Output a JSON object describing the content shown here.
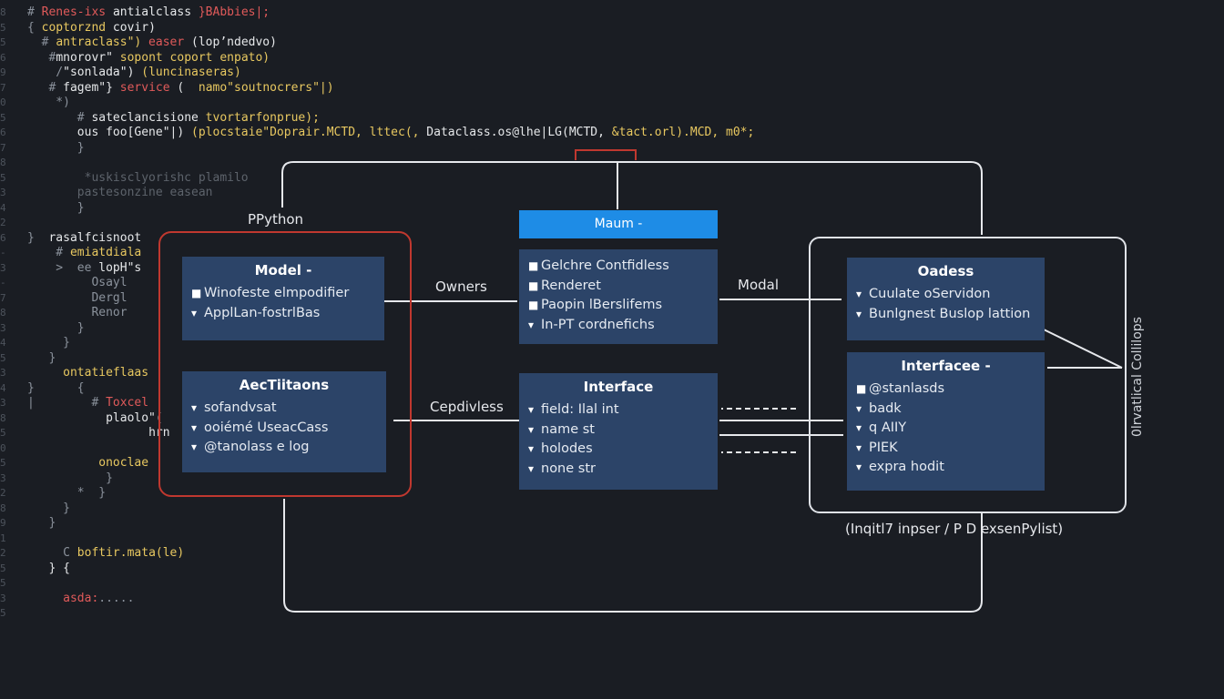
{
  "code_lines": [
    {
      "ln": "8",
      "parts": [
        {
          "t": "# ",
          "c": "#8b929c"
        },
        {
          "t": "Renes-ixs",
          "c": "#e05a5a"
        },
        {
          "t": " ",
          "c": "#8b929c"
        },
        {
          "t": "antialclass",
          "c": "#e6e8ea"
        },
        {
          "t": " }BAbbies|;",
          "c": "#e05a5a"
        }
      ]
    },
    {
      "ln": "5",
      "parts": [
        {
          "t": "{ ",
          "c": "#8b929c"
        },
        {
          "t": "coptorznd",
          "c": "#e8c860"
        },
        {
          "t": " covir)",
          "c": "#e6e8ea"
        }
      ]
    },
    {
      "ln": "5",
      "parts": [
        {
          "t": "  # ",
          "c": "#8b929c"
        },
        {
          "t": "antraclass\")",
          "c": "#e8c860"
        },
        {
          "t": " easer",
          "c": "#e05a5a"
        },
        {
          "t": " (lop’ndedvo)",
          "c": "#e6e8ea"
        }
      ]
    },
    {
      "ln": "6",
      "parts": [
        {
          "t": "   #",
          "c": "#8b929c"
        },
        {
          "t": "mnorovr\"",
          "c": "#e6e8ea"
        },
        {
          "t": " sopont coport enpato)",
          "c": "#e8c860"
        }
      ]
    },
    {
      "ln": "9",
      "parts": [
        {
          "t": "    /",
          "c": "#8b929c"
        },
        {
          "t": "\"sonlada\")",
          "c": "#e6e8ea"
        },
        {
          "t": " (luncinaseras)",
          "c": "#e8c860"
        }
      ]
    },
    {
      "ln": "7",
      "parts": [
        {
          "t": "   # ",
          "c": "#8b929c"
        },
        {
          "t": "fagem\"}",
          "c": "#e6e8ea"
        },
        {
          "t": " service",
          "c": "#e05a5a"
        },
        {
          "t": " (  ",
          "c": "#e6e8ea"
        },
        {
          "t": "namo\"soutnocrers\"|)",
          "c": "#e8c860"
        }
      ]
    },
    {
      "ln": "0",
      "parts": [
        {
          "t": "    *)",
          "c": "#8b929c"
        }
      ]
    },
    {
      "ln": "5",
      "parts": [
        {
          "t": "       # ",
          "c": "#8b929c"
        },
        {
          "t": "sateclancisione",
          "c": "#e6e8ea"
        },
        {
          "t": " tvortarfonprue);",
          "c": "#e8c860"
        }
      ]
    },
    {
      "ln": "6",
      "parts": [
        {
          "t": "       ous foo[Gene\"|)",
          "c": "#e6e8ea"
        },
        {
          "t": " (plocstaie\"Doprair.MCTD, lttec(,",
          "c": "#e8c860"
        },
        {
          "t": " Dataclass.os@lhe|LG(MCTD,",
          "c": "#e6e8ea"
        },
        {
          "t": " &tact.orl).MCD, m0*;",
          "c": "#e8c860"
        }
      ]
    },
    {
      "ln": "7",
      "parts": [
        {
          "t": "       }",
          "c": "#8b929c"
        }
      ]
    },
    {
      "ln": "8",
      "parts": [
        {
          "t": "",
          "c": "#8b929c"
        }
      ]
    },
    {
      "ln": "5",
      "parts": [
        {
          "t": "        *uskisclyorishc plamilo",
          "c": "#5d636b"
        }
      ]
    },
    {
      "ln": "3",
      "parts": [
        {
          "t": "       pastesonzine easean",
          "c": "#5d636b"
        }
      ]
    },
    {
      "ln": "4",
      "parts": [
        {
          "t": "       }",
          "c": "#8b929c"
        }
      ]
    },
    {
      "ln": "2",
      "parts": [
        {
          "t": "",
          "c": "#8b929c"
        }
      ]
    },
    {
      "ln": "6",
      "parts": [
        {
          "t": "}  ",
          "c": "#8b929c"
        },
        {
          "t": "rasalfcisnoot",
          "c": "#e6e8ea"
        }
      ]
    },
    {
      "ln": "-",
      "parts": [
        {
          "t": "    # ",
          "c": "#8b929c"
        },
        {
          "t": "emiatdiala",
          "c": "#e8c860"
        }
      ]
    },
    {
      "ln": "3",
      "parts": [
        {
          "t": "    >  ee",
          "c": "#8b929c"
        },
        {
          "t": " lopH\"s",
          "c": "#e6e8ea"
        }
      ]
    },
    {
      "ln": "-",
      "parts": [
        {
          "t": "         ",
          "c": "#8b929c"
        },
        {
          "t": "Osayl",
          "c": "#8b929c"
        }
      ]
    },
    {
      "ln": "7",
      "parts": [
        {
          "t": "         ",
          "c": "#8b929c"
        },
        {
          "t": "Dergl",
          "c": "#8b929c"
        }
      ]
    },
    {
      "ln": "8",
      "parts": [
        {
          "t": "         ",
          "c": "#8b929c"
        },
        {
          "t": "Renor",
          "c": "#8b929c"
        }
      ]
    },
    {
      "ln": "3",
      "parts": [
        {
          "t": "       }",
          "c": "#8b929c"
        }
      ]
    },
    {
      "ln": "4",
      "parts": [
        {
          "t": "     }",
          "c": "#8b929c"
        }
      ]
    },
    {
      "ln": "5",
      "parts": [
        {
          "t": "   }",
          "c": "#8b929c"
        }
      ]
    },
    {
      "ln": "3",
      "parts": [
        {
          "t": "     ",
          "c": "#8b929c"
        },
        {
          "t": "ontatieflaas",
          "c": "#e8c860"
        }
      ]
    },
    {
      "ln": "4",
      "parts": [
        {
          "t": "}      {",
          "c": "#8b929c"
        }
      ]
    },
    {
      "ln": "3",
      "parts": [
        {
          "t": "|        # ",
          "c": "#8b929c"
        },
        {
          "t": "Toxcel",
          "c": "#e05a5a"
        }
      ]
    },
    {
      "ln": "8",
      "parts": [
        {
          "t": "           ",
          "c": "#8b929c"
        },
        {
          "t": "plaolo\"(",
          "c": "#e6e8ea"
        }
      ]
    },
    {
      "ln": "5",
      "parts": [
        {
          "t": "                 ",
          "c": "#8b929c"
        },
        {
          "t": "hrn",
          "c": "#e6e8ea"
        }
      ]
    },
    {
      "ln": "0",
      "parts": [
        {
          "t": "",
          "c": "#8b929c"
        }
      ]
    },
    {
      "ln": "5",
      "parts": [
        {
          "t": "          ",
          "c": "#8b929c"
        },
        {
          "t": "onoclae",
          "c": "#e8c860"
        }
      ]
    },
    {
      "ln": "3",
      "parts": [
        {
          "t": "           }",
          "c": "#8b929c"
        }
      ]
    },
    {
      "ln": "2",
      "parts": [
        {
          "t": "       *  }",
          "c": "#8b929c"
        }
      ]
    },
    {
      "ln": "8",
      "parts": [
        {
          "t": "     }",
          "c": "#8b929c"
        }
      ]
    },
    {
      "ln": "9",
      "parts": [
        {
          "t": "   }",
          "c": "#8b929c"
        }
      ]
    },
    {
      "ln": "1",
      "parts": [
        {
          "t": "",
          "c": "#8b929c"
        }
      ]
    },
    {
      "ln": "2",
      "parts": [
        {
          "t": "     C ",
          "c": "#8b929c"
        },
        {
          "t": "boftir.mata(le)",
          "c": "#e8c860"
        }
      ]
    },
    {
      "ln": "5",
      "parts": [
        {
          "t": "   } {",
          "c": "#e6e8ea"
        }
      ]
    },
    {
      "ln": "5",
      "parts": [
        {
          "t": "",
          "c": "#8b929c"
        }
      ]
    },
    {
      "ln": "3",
      "parts": [
        {
          "t": "     ",
          "c": "#8b929c"
        },
        {
          "t": "asda:",
          "c": "#e05a5a"
        },
        {
          "t": ".....",
          "c": "#8b929c"
        }
      ]
    },
    {
      "ln": "5",
      "parts": [
        {
          "t": "",
          "c": "#8b929c"
        }
      ]
    }
  ],
  "labels": {
    "left_group": "PPython",
    "owners": "Owners",
    "modal": "Modal",
    "cepdivless": "Cepdivless",
    "bottom_right": "(Inqitl7 inpser / P D exsenPylist)",
    "vertical": "0lrvatlical Collilops"
  },
  "boxes": {
    "model": {
      "title": "Model -",
      "items": [
        {
          "icon": "square-bullet",
          "text": "Winofeste elmpodifier"
        },
        {
          "icon": "triangle-bullet",
          "text": "ApplLan-fostrlBas"
        }
      ]
    },
    "actions": {
      "title": "AecTiitaons",
      "items": [
        {
          "icon": "triangle-bullet",
          "text": "sofandvsat"
        },
        {
          "icon": "triangle-bullet",
          "text": "ooiémé UseacCass"
        },
        {
          "icon": "triangle-bullet",
          "text": "@tanolass e log"
        }
      ]
    },
    "main_bar": {
      "title": "Maum -"
    },
    "main": {
      "items": [
        {
          "icon": "square-bullet",
          "text": "Gelchre Contfidless"
        },
        {
          "icon": "square-bullet",
          "text": "Renderet"
        },
        {
          "icon": "square-bullet",
          "text": "Paopin lBerslifems"
        },
        {
          "icon": "triangle-bullet",
          "text": "In-PT cordnefichs"
        }
      ]
    },
    "interface_center": {
      "title": "Interface",
      "items": [
        {
          "icon": "triangle-bullet",
          "text": "field: Ilal int"
        },
        {
          "icon": "triangle-bullet",
          "text": "name st"
        },
        {
          "icon": "triangle-bullet",
          "text": "holodes"
        },
        {
          "icon": "triangle-bullet",
          "text": "none str"
        }
      ]
    },
    "oadess": {
      "title": "Oadess",
      "items": [
        {
          "icon": "triangle-bullet",
          "text": "Cuulate oServidon"
        },
        {
          "icon": "triangle-bullet",
          "text": "Bunlgnest Buslop lattion"
        }
      ]
    },
    "interface_right": {
      "title": "Interfacee -",
      "items": [
        {
          "icon": "square-bullet",
          "text": "@stanlasds"
        },
        {
          "icon": "triangle-bullet",
          "text": "badk"
        },
        {
          "icon": "triangle-bullet",
          "text": "q AIIY"
        },
        {
          "icon": "triangle-bullet",
          "text": "PIEK"
        },
        {
          "icon": "triangle-bullet",
          "text": "expra hodit"
        }
      ]
    }
  },
  "colors": {
    "background": "#1a1d23",
    "box": "#2c4468",
    "accent_bar": "#1e8ce6",
    "highlight_border": "#c0382f",
    "connector": "#e6e8ec"
  }
}
